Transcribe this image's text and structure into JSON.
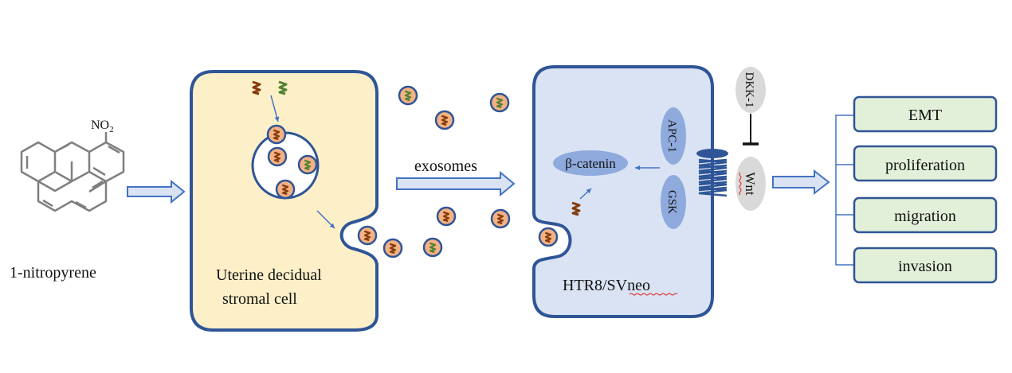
{
  "molecule": {
    "name": "1-nitropyrene",
    "substituent": "NO",
    "substituent_subscript": "2"
  },
  "donor_cell": {
    "label_line1": "Uterine decidual",
    "label_line2": "stromal cell",
    "fill": "#fdf0c8",
    "stroke": "#2f5597"
  },
  "transfer": {
    "label": "exosomes"
  },
  "recipient_cell": {
    "label": "HTR8/SVneo",
    "fill": "#dae3f3",
    "stroke": "#2f5597"
  },
  "signaling": {
    "beta_catenin": "β-catenin",
    "apc": "APC-1",
    "gsk": "GSK",
    "wnt": "Wnt",
    "dkk": "DKK-1"
  },
  "outcomes": [
    "EMT",
    "proliferation",
    "migration",
    "invasion"
  ],
  "colors": {
    "exosome_fill": "#f4b183",
    "exosome_stroke": "#2f5597",
    "mirna_brown": "#843c0c",
    "mirna_green": "#548235",
    "outcome_fill": "#e2f0d9",
    "node_blue": "#8faadc",
    "node_gray": "#d9d9d9"
  }
}
